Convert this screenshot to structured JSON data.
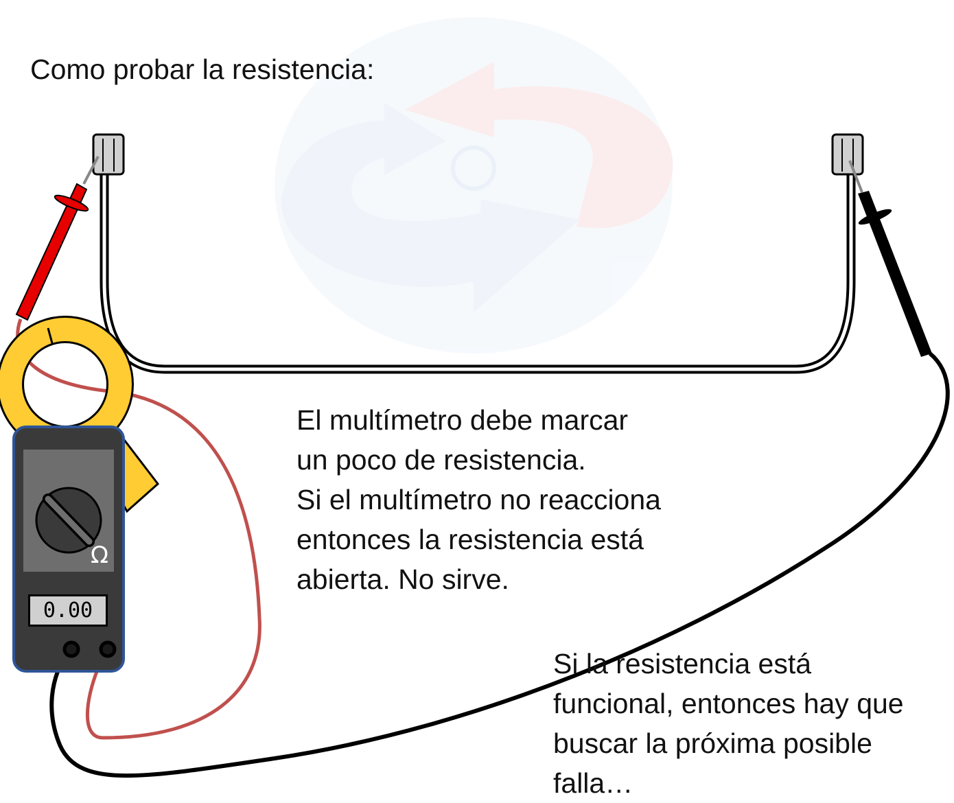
{
  "title": "Como probar la resistencia:",
  "note_resistance": "El multímetro debe marcar\nun poco de resistencia.\nSi el multímetro no reacciona\nentonces la resistencia está\nabierta. No sirve.",
  "note_next": "Si la resistencia está\nfuncional, entonces hay que\nbuscar la próxima posible\nfalla…",
  "meter": {
    "display_value": "0.00",
    "dial_unit": "Ω"
  },
  "colors": {
    "red_probe": "#e60000",
    "black_probe": "#000000",
    "red_lead": "#c0504d",
    "clamp_yellow": "#ffcc33",
    "meter_body": "#3a3a3a",
    "meter_border": "#2f5597"
  },
  "icons": {
    "watermark": "refrigeration-cycle-arrows-icon",
    "dial": "rotary-dial-icon"
  }
}
